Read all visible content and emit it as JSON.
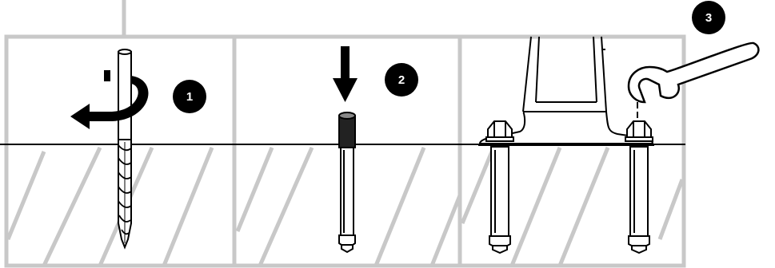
{
  "diagram": {
    "steps": [
      {
        "number": "1",
        "action": "drill"
      },
      {
        "number": "2",
        "action": "insert-anchor"
      },
      {
        "number": "3",
        "action": "tighten-nut"
      }
    ],
    "colors": {
      "outline": "#000000",
      "frame": "#c8c8c8",
      "hatch": "#c8c8c8",
      "badge": "#000000",
      "badge_text": "#ffffff",
      "background": "#ffffff"
    },
    "icons": [
      "drill-bit-icon",
      "rotation-arrow-icon",
      "down-arrow-icon",
      "anchor-bolt-icon",
      "wrench-icon",
      "post-base-icon"
    ]
  }
}
